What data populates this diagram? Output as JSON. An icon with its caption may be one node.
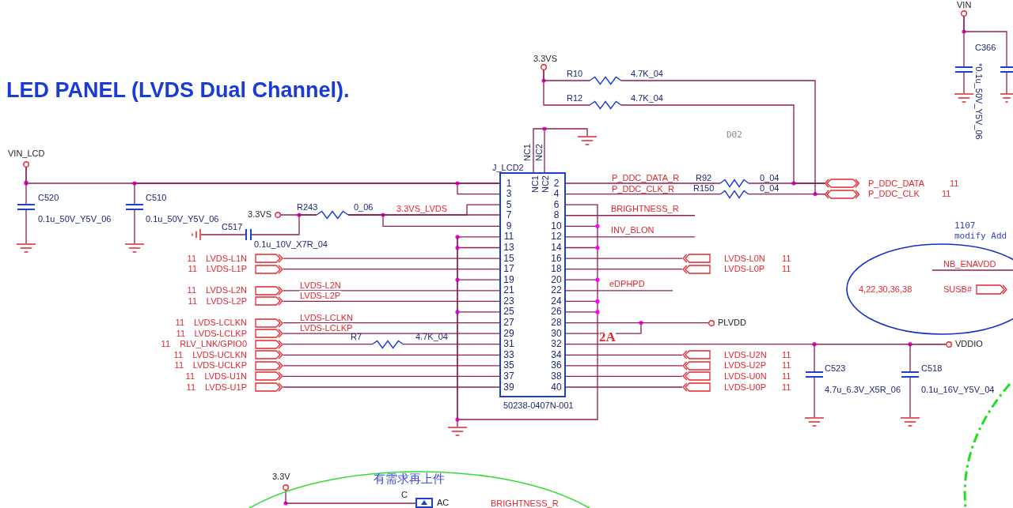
{
  "diagram": {
    "title": "LED PANEL (LVDS Dual Channel).",
    "nodes": [
      {
        "text": [
          "J_LCD2"
        ],
        "beside": [
          "50238-0407N-001"
        ]
      },
      {
        "text": [],
        "shape": "circle",
        "beside": [
          "VIN_LCD"
        ]
      },
      {
        "text": [],
        "shape": "capacitor",
        "beside": [
          "C520",
          "0.1u_50V_Y5V_06"
        ]
      },
      {
        "text": [],
        "shape": "ground"
      },
      {
        "text": [],
        "shape": "capacitor",
        "beside": [
          "C510",
          "0.1u_50V_Y5V_06"
        ]
      },
      {
        "text": [],
        "shape": "ground"
      },
      {
        "text": [],
        "shape": "circle",
        "beside": [
          "3.3VS"
        ]
      },
      {
        "text": [],
        "shape": "resistor",
        "beside": [
          "R243",
          "0_06"
        ]
      },
      {
        "text": [],
        "shape": "capacitor",
        "beside": [
          "C517",
          "0.1u_10V_X7R_04"
        ]
      },
      {
        "text": [],
        "shape": "ground"
      },
      {
        "text": [],
        "shape": "pentagon",
        "beside": [
          "11",
          "LVDS-L1N"
        ]
      },
      {
        "text": [],
        "shape": "pentagon",
        "beside": [
          "11",
          "LVDS-L1P"
        ]
      },
      {
        "text": [],
        "shape": "pentagon",
        "beside": [
          "11",
          "LVDS-L2N"
        ]
      },
      {
        "text": [],
        "shape": "pentagon",
        "beside": [
          "11",
          "LVDS-L2P"
        ]
      },
      {
        "text": [],
        "shape": "pentagon",
        "beside": [
          "11",
          "LVDS-LCLKN"
        ]
      },
      {
        "text": [],
        "shape": "pentagon",
        "beside": [
          "11",
          "LVDS-LCLKP"
        ]
      },
      {
        "text": [],
        "shape": "pentagon",
        "beside": [
          "11",
          "RLV_LNK/GPIO0"
        ]
      },
      {
        "text": [],
        "shape": "pentagon",
        "beside": [
          "11",
          "LVDS-UCLKN"
        ]
      },
      {
        "text": [],
        "shape": "pentagon",
        "beside": [
          "11",
          "LVDS-UCLKP"
        ]
      },
      {
        "text": [],
        "shape": "pentagon",
        "beside": [
          "11",
          "LVDS-U1N"
        ]
      },
      {
        "text": [],
        "shape": "pentagon",
        "beside": [
          "11",
          "LVDS-U1P"
        ]
      },
      {
        "text": [],
        "shape": "resistor",
        "beside": [
          "R7",
          "4.7K_04"
        ]
      },
      {
        "text": [],
        "shape": "circle",
        "beside": [
          "3.3VS"
        ]
      },
      {
        "text": [],
        "shape": "resistor",
        "beside": [
          "R10",
          "4.7K_04"
        ]
      },
      {
        "text": [],
        "shape": "resistor",
        "beside": [
          "R12",
          "4.7K_04"
        ]
      },
      {
        "text": [],
        "shape": "ground"
      },
      {
        "text": [],
        "shape": "resistor",
        "beside": [
          "R92",
          "0_04"
        ]
      },
      {
        "text": [],
        "shape": "resistor",
        "beside": [
          "R150",
          "0_04"
        ]
      },
      {
        "text": [],
        "shape": "hexagon",
        "beside": [
          "P_DDC_DATA",
          "11"
        ]
      },
      {
        "text": [],
        "shape": "hexagon",
        "beside": [
          "P_DDC_CLK",
          "11"
        ]
      },
      {
        "text": [],
        "shape": "pentagon",
        "beside": [
          "LVDS-L0N",
          "11"
        ]
      },
      {
        "text": [],
        "shape": "pentagon",
        "beside": [
          "LVDS-L0P",
          "11"
        ]
      },
      {
        "text": [],
        "shape": "pentagon",
        "beside": [
          "LVDS-U2N",
          "11"
        ]
      },
      {
        "text": [],
        "shape": "pentagon",
        "beside": [
          "LVDS-U2P",
          "11"
        ]
      },
      {
        "text": [],
        "shape": "pentagon",
        "beside": [
          "LVDS-U0N",
          "11"
        ]
      },
      {
        "text": [],
        "shape": "pentagon",
        "beside": [
          "LVDS-U0P",
          "11"
        ]
      },
      {
        "text": [],
        "shape": "circle",
        "beside": [
          "PLVDD"
        ]
      },
      {
        "text": [],
        "shape": "circle",
        "beside": [
          "VDDIO"
        ]
      },
      {
        "text": [],
        "shape": "capacitor",
        "beside": [
          "C523",
          "4.7u_6.3V_X5R_06"
        ]
      },
      {
        "text": [],
        "shape": "ground"
      },
      {
        "text": [],
        "shape": "capacitor",
        "beside": [
          "C518",
          "0.1u_16V_Y5V_04"
        ]
      },
      {
        "text": [],
        "shape": "ground"
      },
      {
        "text": [],
        "shape": "ground"
      },
      {
        "text": [],
        "shape": "circle",
        "beside": [
          "VIN"
        ]
      },
      {
        "text": [],
        "shape": "capacitor",
        "beside": [
          "C366",
          "*0.1u_50V_Y5V_06"
        ]
      },
      {
        "text": [],
        "shape": "ground"
      },
      {
        "text": [],
        "shape": "capacitor"
      },
      {
        "text": [],
        "shape": "ground"
      },
      {
        "text": [
          "1107 modify Add",
          "NB_ENAVDD"
        ]
      },
      {
        "text": [],
        "shape": "pentagon",
        "in": 48,
        "beside": [
          "4,22,30,36,38",
          "SUSB#"
        ]
      },
      {
        "text": [
          "有需求再上件"
        ]
      },
      {
        "text": [],
        "shape": "circle",
        "in": 50,
        "beside": [
          "3.3V"
        ]
      },
      {
        "text": [],
        "shape": "box",
        "in": 50,
        "beside": [
          "C",
          "AC"
        ]
      }
    ],
    "edges": [
      {
        "from": 1,
        "to": 0,
        "arrow": "none"
      },
      {
        "from": 2,
        "to": 1,
        "arrow": "none"
      },
      {
        "from": 3,
        "to": 2,
        "arrow": "none"
      },
      {
        "from": 4,
        "to": 0,
        "arrow": "none"
      },
      {
        "from": 5,
        "to": 4,
        "arrow": "none"
      },
      {
        "from": 6,
        "to": 7,
        "arrow": "none"
      },
      {
        "from": 7,
        "to": 0,
        "arrow": "none",
        "label": "3.3VS_LVDS"
      },
      {
        "from": 8,
        "to": 7,
        "arrow": "none"
      },
      {
        "from": 9,
        "to": 8,
        "arrow": "none"
      },
      {
        "from": 10,
        "to": 0,
        "arrow": "none"
      },
      {
        "from": 11,
        "to": 0,
        "arrow": "none"
      },
      {
        "from": 12,
        "to": 0,
        "arrow": "none",
        "label": "LVDS-L2N"
      },
      {
        "from": 13,
        "to": 0,
        "arrow": "none",
        "label": "LVDS-L2P"
      },
      {
        "from": 14,
        "to": 0,
        "arrow": "none",
        "label": "LVDS-LCLKN"
      },
      {
        "from": 15,
        "to": 0,
        "arrow": "none",
        "label": "LVDS-LCLKP"
      },
      {
        "from": 16,
        "to": 21,
        "arrow": "none"
      },
      {
        "from": 21,
        "to": 0,
        "arrow": "none"
      },
      {
        "from": 17,
        "to": 0,
        "arrow": "none"
      },
      {
        "from": 18,
        "to": 0,
        "arrow": "none"
      },
      {
        "from": 19,
        "to": 0,
        "arrow": "none"
      },
      {
        "from": 20,
        "to": 0,
        "arrow": "none"
      },
      {
        "from": 22,
        "to": 23,
        "arrow": "none"
      },
      {
        "from": 22,
        "to": 24,
        "arrow": "none"
      },
      {
        "from": 23,
        "to": 29,
        "arrow": "none"
      },
      {
        "from": 24,
        "to": 28,
        "arrow": "none"
      },
      {
        "from": 0,
        "to": 26,
        "arrow": "none",
        "label": "P_DDC_DATA_R"
      },
      {
        "from": 0,
        "to": 27,
        "arrow": "none",
        "label": "P_DDC_CLK_R"
      },
      {
        "from": 26,
        "to": 28,
        "arrow": "none"
      },
      {
        "from": 27,
        "to": 29,
        "arrow": "none"
      },
      {
        "from": 0,
        "to": 25,
        "arrow": "none"
      },
      {
        "from": 0,
        "to": 30,
        "arrow": "none"
      },
      {
        "from": 0,
        "to": 31,
        "arrow": "none"
      },
      {
        "from": 0,
        "to": 32,
        "arrow": "none"
      },
      {
        "from": 0,
        "to": 33,
        "arrow": "none"
      },
      {
        "from": 0,
        "to": 34,
        "arrow": "none"
      },
      {
        "from": 0,
        "to": 35,
        "arrow": "none"
      },
      {
        "from": 0,
        "to": 36,
        "arrow": "none"
      },
      {
        "from": 0,
        "to": 37,
        "arrow": "none",
        "label": "2A"
      },
      {
        "from": 38,
        "to": 37,
        "arrow": "none"
      },
      {
        "from": 39,
        "to": 38,
        "arrow": "none"
      },
      {
        "from": 40,
        "to": 37,
        "arrow": "none"
      },
      {
        "from": 41,
        "to": 40,
        "arrow": "none"
      },
      {
        "from": 42,
        "to": 0,
        "arrow": "none"
      },
      {
        "from": 43,
        "to": 44,
        "arrow": "none"
      },
      {
        "from": 45,
        "to": 44,
        "arrow": "none"
      },
      {
        "from": 43,
        "to": 46,
        "arrow": "none"
      },
      {
        "from": 47,
        "to": 46,
        "arrow": "none"
      },
      {
        "from": 51,
        "to": 52,
        "arrow": "none"
      },
      {
        "from": 7,
        "to": 0,
        "arrow": "none"
      },
      {
        "from": 7,
        "to": 0,
        "arrow": "none"
      }
    ],
    "labels": [
      "NC1",
      "NC2",
      "NC1",
      "NC2",
      "1",
      "2",
      "3",
      "4",
      "5",
      "6",
      "7",
      "8",
      "9",
      "10",
      "11",
      "12",
      "13",
      "14",
      "15",
      "16",
      "17",
      "18",
      "19",
      "20",
      "21",
      "22",
      "23",
      "24",
      "25",
      "26",
      "27",
      "28",
      "29",
      "30",
      "31",
      "32",
      "33",
      "34",
      "35",
      "36",
      "37",
      "38",
      "39",
      "40",
      "D02",
      "BRIGHTNESS_R",
      "INV_BLON",
      "eDPHPD",
      "BRIGHTNESS_R"
    ]
  }
}
